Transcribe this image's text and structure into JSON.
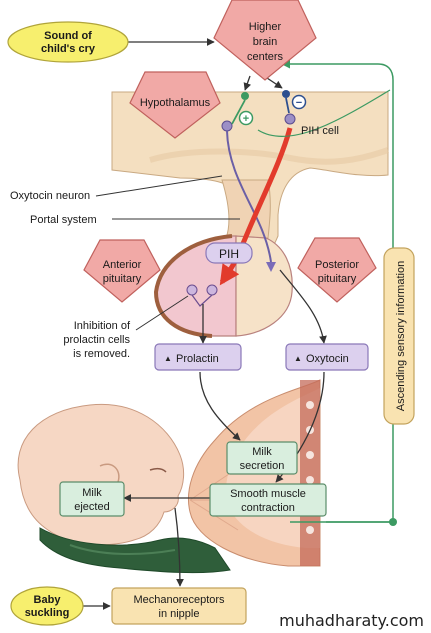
{
  "nodes": {
    "sound_cry": [
      "Sound of",
      "child's cry"
    ],
    "higher_brain": [
      "Higher",
      "brain",
      "centers"
    ],
    "hypothalamus": "Hypothalamus",
    "pih_cell": "PIH cell",
    "oxytocin_neuron": "Oxytocin neuron",
    "portal_system": "Portal system",
    "pih": "PIH",
    "anterior_pituitary": [
      "Anterior",
      "pituitary"
    ],
    "posterior_pituitary": [
      "Posterior",
      "pituitary"
    ],
    "inhibition": [
      "Inhibition of",
      "prolactin cells",
      "is removed."
    ],
    "prolactin": "Prolactin",
    "oxytocin": "Oxytocin",
    "ascending": "Ascending sensory information",
    "milk_secretion": [
      "Milk",
      "secretion"
    ],
    "smooth_muscle": [
      "Smooth muscle",
      "contraction"
    ],
    "milk_ejected": [
      "Milk",
      "ejected"
    ],
    "baby_suckling": [
      "Baby",
      "suckling"
    ],
    "mechanoreceptors": [
      "Mechanoreceptors",
      "in nipple"
    ]
  },
  "symbols": {
    "plus": "+",
    "minus": "−",
    "up_arrow": "▲"
  },
  "watermark": "muhadharaty.com",
  "colors": {
    "yellow_box": "#f7ef6e",
    "pink_diamond": "#f1a9a6",
    "purple_box": "#dcd0ee",
    "green_box": "#d9eede",
    "tan_box": "#f9e3b1",
    "brain_tissue": "#f4dfc0",
    "pituitary_anterior": "#f2c7cf",
    "red_arrow": "#e23b2c",
    "green_path": "#3c9a62"
  }
}
